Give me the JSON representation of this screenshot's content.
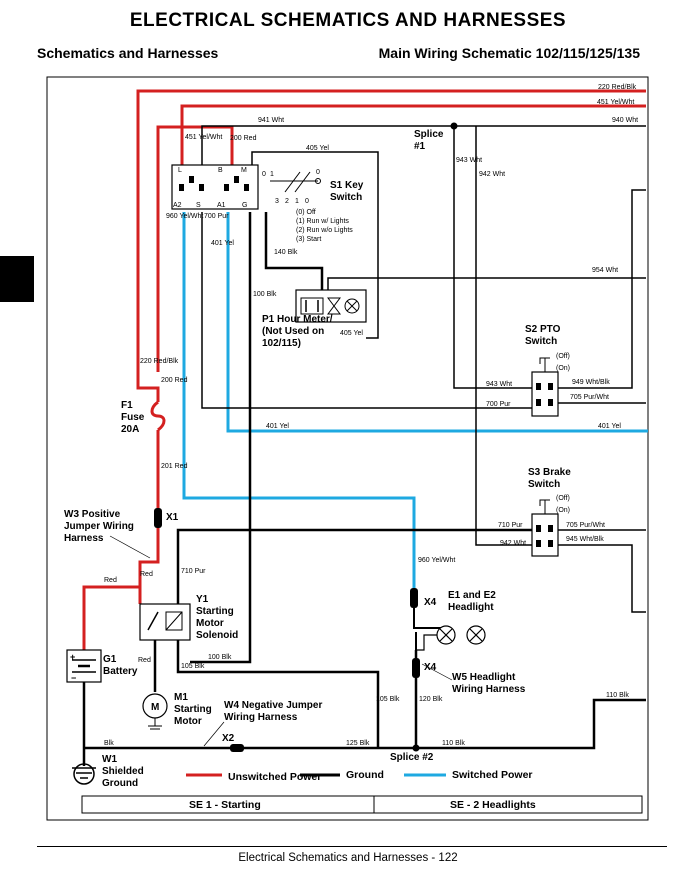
{
  "header": {
    "title": "ELECTRICAL   SCHEMATICS AND HARNESSES",
    "left": "Schematics and Harnesses",
    "right": "Main Wiring Schematic 102/115/125/135"
  },
  "footer": {
    "text": "Electrical   Schematics and Harnesses  - 122"
  },
  "colors": {
    "unswitched": "#d42020",
    "ground": "#000000",
    "switched": "#1ea9e1"
  },
  "wires": {
    "w220_red_blk": "220 Red/Blk",
    "w451_yel_wht": "451 Yel/Wht",
    "w941_wht": "941 Wht",
    "w940_wht": "940 Wht",
    "w405_yel": "405 Yel",
    "w943_wht": "943 Wht",
    "w942_wht": "942 Wht",
    "w954_wht": "954 Wht",
    "w949_wht_blk": "949 Wht/Blk",
    "w705_pur_wht": "705 Pur/Wht",
    "w700_pur": "700 Pur",
    "w401_yel": "401 Yel",
    "w710_pur": "710 Pur",
    "w945_wht_blk": "945 Wht/Blk",
    "w110_blk": "110 Blk",
    "w125_blk": "125 Blk",
    "w100_blk": "100 Blk",
    "w105_blk": "105 Blk",
    "w120_blk": "120 Blk",
    "w140_blk": "140 Blk",
    "w200_red": "200 Red",
    "w201_red": "201 Red",
    "w960_yel_wht": "960 Yel/Wht",
    "red": "Red",
    "blk": "Blk"
  },
  "switch_pins": {
    "L": "L",
    "B": "B",
    "M": "M",
    "A2": "A2",
    "S": "S",
    "A1": "A1",
    "G": "G",
    "p0": "0",
    "p1": "1",
    "p2": "2",
    "p3": "3"
  },
  "components": {
    "s1": {
      "name": "S1 Key Switch",
      "positions": [
        "(0) Off",
        "(1) Run w/ Lights",
        "(2) Run w/o Lights",
        "(3) Start"
      ]
    },
    "p1": {
      "name": "P1 Hour Meter/ (Not Used on 102/115)"
    },
    "s2": {
      "name": "S2 PTO Switch",
      "off": "(Off)",
      "on": "(On)"
    },
    "s3": {
      "name": "S3 Brake Switch",
      "off": "(Off)",
      "on": "(On)"
    },
    "f1": {
      "name": "F1 Fuse 20A"
    },
    "w3": {
      "name": "W3 Positive Jumper Wiring Harness"
    },
    "y1": {
      "name": "Y1 Starting Motor Solenoid"
    },
    "g1": {
      "name": "G1 Battery"
    },
    "m1": {
      "name": "M1 Starting Motor",
      "symbol": "M"
    },
    "w4": {
      "name": "W4 Negative Jumper Wiring Harness"
    },
    "w1": {
      "name": "W1 Shielded Ground"
    },
    "e1e2": {
      "name": "E1 and E2 Headlight"
    },
    "w5": {
      "name": "W5 Headlight Wiring Harness"
    },
    "splice1": {
      "name": "Splice #1"
    },
    "splice2": {
      "name": "Splice #2"
    },
    "x1": "X1",
    "x2": "X2",
    "x4a": "X4",
    "x4b": "X4"
  },
  "legend": {
    "unswitched": "Unswitched Power",
    "ground": "Ground",
    "switched": "Switched Power"
  },
  "sections": {
    "se1": "SE 1 - Starting",
    "se2": "SE - 2 Headlights"
  }
}
